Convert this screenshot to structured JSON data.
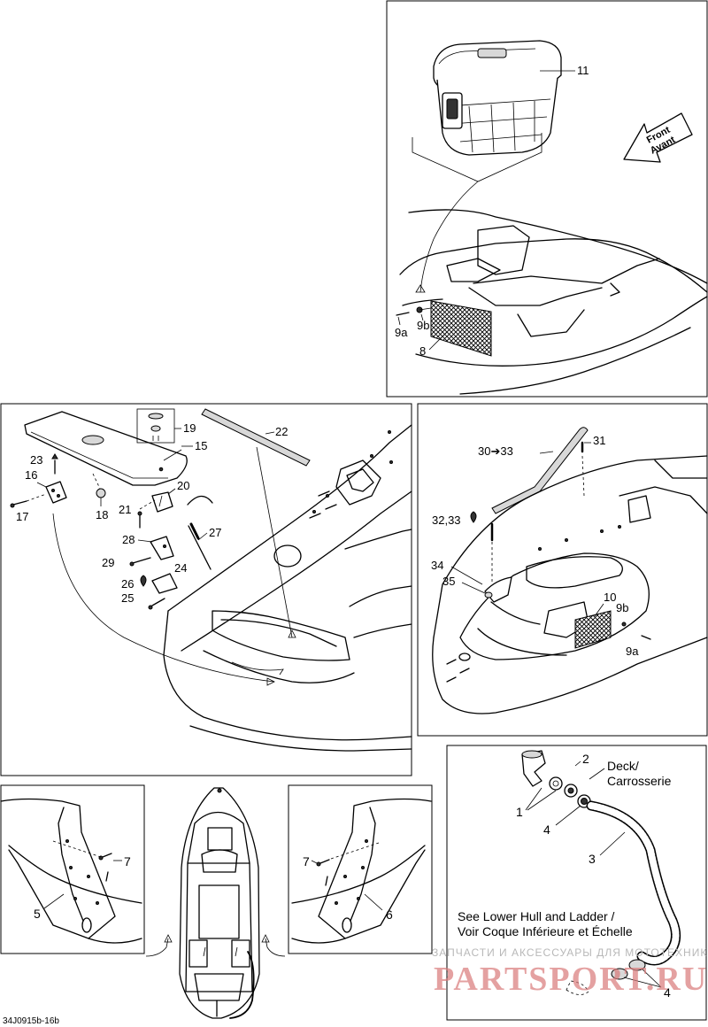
{
  "diagram": {
    "reference_code": "34J0915b-16b",
    "front_arrow": {
      "line1": "Front",
      "line2": "Avant"
    },
    "notes": {
      "deck": {
        "line1": "Deck/",
        "line2": "Carrosserie"
      },
      "lower_hull": {
        "line1": "See Lower Hull and Ladder /",
        "line2": "Voir Coque Inférieure et Échelle"
      }
    },
    "watermark": {
      "line1": "ЗАПЧАСТИ И АКСЕССУАРЫ ДЛЯ МОТОТЕХНИКИ",
      "line2": "PARTSPORT.RU"
    },
    "callouts": {
      "c11": "11",
      "c9a_top": "9a",
      "c9b_top": "9b",
      "c8": "8",
      "c19": "19",
      "c22": "22",
      "c15": "15",
      "c23": "23",
      "c16": "16",
      "c17": "17",
      "c18": "18",
      "c20": "20",
      "c21": "21",
      "c27": "27",
      "c28": "28",
      "c29": "29",
      "c24": "24",
      "c26": "26",
      "c25": "25",
      "c30": "30➔33",
      "c31": "31",
      "c32": "32,33",
      "c34": "34",
      "c35": "35",
      "c10": "10",
      "c9b_right": "9b",
      "c9a_right": "9a",
      "c2": "2",
      "c1": "1",
      "c4_a": "4",
      "c3": "3",
      "c4_b": "4",
      "c7_left": "7",
      "c5": "5",
      "c7_right": "7",
      "c6": "6"
    }
  }
}
